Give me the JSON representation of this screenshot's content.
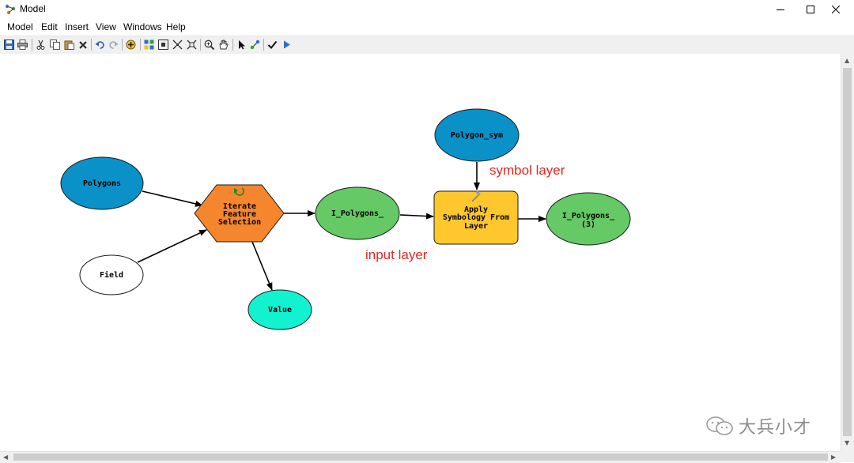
{
  "window": {
    "title": "Model",
    "controls": {
      "minimize": "—",
      "maximize": "☐",
      "close": "✕"
    }
  },
  "menu": [
    "Model",
    "Edit",
    "Insert",
    "View",
    "Windows",
    "Help"
  ],
  "toolbar": {
    "buttons": [
      {
        "name": "save-icon"
      },
      {
        "name": "print-icon"
      },
      {
        "name": "cut-icon"
      },
      {
        "name": "copy-icon"
      },
      {
        "name": "paste-icon"
      },
      {
        "name": "delete-icon"
      },
      {
        "name": "undo-icon"
      },
      {
        "name": "redo-icon"
      },
      {
        "name": "add-data-icon"
      },
      {
        "name": "auto-layout-icon"
      },
      {
        "name": "full-extent-icon"
      },
      {
        "name": "fixed-zoom-in-icon"
      },
      {
        "name": "fixed-zoom-out-icon"
      },
      {
        "name": "zoom-in-icon"
      },
      {
        "name": "pan-icon"
      },
      {
        "name": "select-icon"
      },
      {
        "name": "connect-icon"
      },
      {
        "name": "validate-icon"
      },
      {
        "name": "run-icon"
      }
    ]
  },
  "diagram": {
    "nodes": {
      "polygons": {
        "lines": [
          "Polygons"
        ],
        "fill": "#0a92c8"
      },
      "field": {
        "lines": [
          "Field"
        ],
        "fill": "#ffffff"
      },
      "iterate": {
        "lines": [
          "Iterate",
          "Feature",
          "Selection"
        ],
        "fill": "#f5862e"
      },
      "value": {
        "lines": [
          "Value"
        ],
        "fill": "#12f2d0"
      },
      "i_polygons": {
        "lines": [
          "I_Polygons_"
        ],
        "fill": "#65c965"
      },
      "polygon_sym": {
        "lines": [
          "Polygon_sym"
        ],
        "fill": "#0a92c8"
      },
      "apply_symbology": {
        "lines": [
          "Apply",
          "Symbology From",
          "Layer"
        ],
        "fill": "#fec72e"
      },
      "i_polygons_3": {
        "lines": [
          "I_Polygons_",
          "(3)"
        ],
        "fill": "#65c965"
      }
    },
    "annotations": {
      "symbol_layer": "symbol layer",
      "input_layer": "input layer"
    }
  },
  "watermark": {
    "text": "大兵小才"
  }
}
